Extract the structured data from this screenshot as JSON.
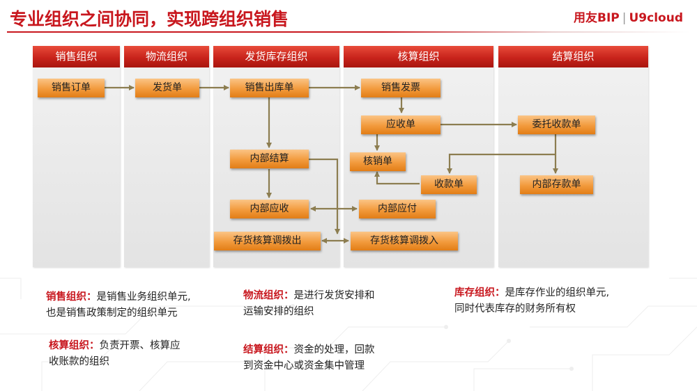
{
  "slide": {
    "title": "专业组织之间协同，实现跨组织销售",
    "brand_name": "用友BIP",
    "brand_sep": "|",
    "brand_product": "U9cloud"
  },
  "lanes": {
    "sales": "销售组织",
    "logistics": "物流组织",
    "inventory": "发货库存组织",
    "accounting": "核算组织",
    "settlement": "结算组织"
  },
  "nodes": {
    "sales_order": "销售订单",
    "delivery_note": "发货单",
    "sales_outbound": "销售出库单",
    "sales_invoice": "销售发票",
    "receivable": "应收单",
    "entrust_collection": "委托收款单",
    "internal_settlement": "内部结算",
    "write_off": "核销单",
    "collection": "收款单",
    "internal_deposit": "内部存款单",
    "internal_receivable": "内部应收",
    "internal_payable": "内部应付",
    "transfer_out": "存货核算调拨出",
    "transfer_in": "存货核算调拨入"
  },
  "descriptions": {
    "sales": {
      "term": "销售组织：",
      "line1": "是销售业务组织单元,",
      "line2": "也是销售政策制定的组织单元"
    },
    "logistics": {
      "term": "物流组织：",
      "line1": "是进行发货安排和",
      "line2": "运输安排的组织"
    },
    "inventory": {
      "term": "库存组织：",
      "line1": "是库存作业的组织单元,",
      "line2": "同时代表库存的财务所有权"
    },
    "accounting": {
      "term": "核算组织：",
      "line1": "负责开票、核算应",
      "line2": "收账款的组织"
    },
    "settlement": {
      "term": "结算组织：",
      "line1": "资金的处理，回款",
      "line2": "到资金中心或资金集中管理"
    }
  },
  "colors": {
    "brand_red": "#c8171e",
    "node_orange": "#f29a3c",
    "arrow_olive": "#8c7d50",
    "lane_gray": "#e6e6e6"
  }
}
